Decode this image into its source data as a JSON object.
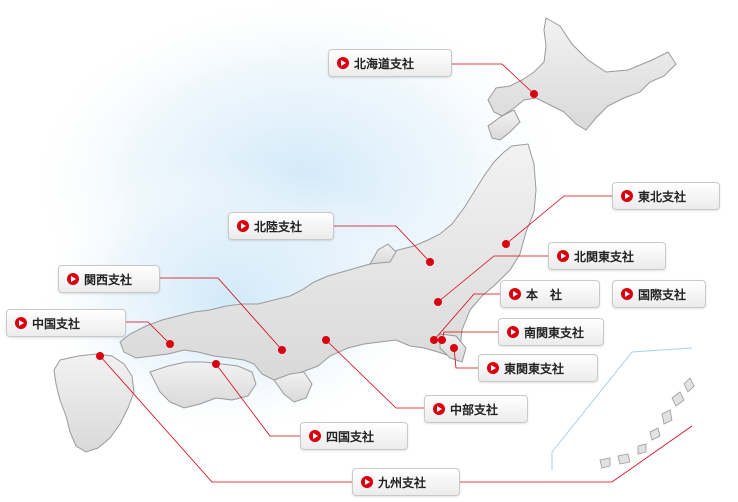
{
  "colors": {
    "accent": "#d8000f",
    "land": "#e8e8e8",
    "outline": "#9a9a9a",
    "glow": "#d6ecfa"
  },
  "branches": {
    "hokkaido": "北海道支社",
    "tohoku": "東北支社",
    "hokuriku": "北陸支社",
    "kitakanto": "北関東支社",
    "kansai": "関西支社",
    "honsha": "本　社",
    "kokusai": "国際支社",
    "chugoku": "中国支社",
    "minamikanto": "南関東支社",
    "higashikanto": "東関東支社",
    "chubu": "中部支社",
    "shikoku": "四国支社",
    "kyushu": "九州支社"
  }
}
